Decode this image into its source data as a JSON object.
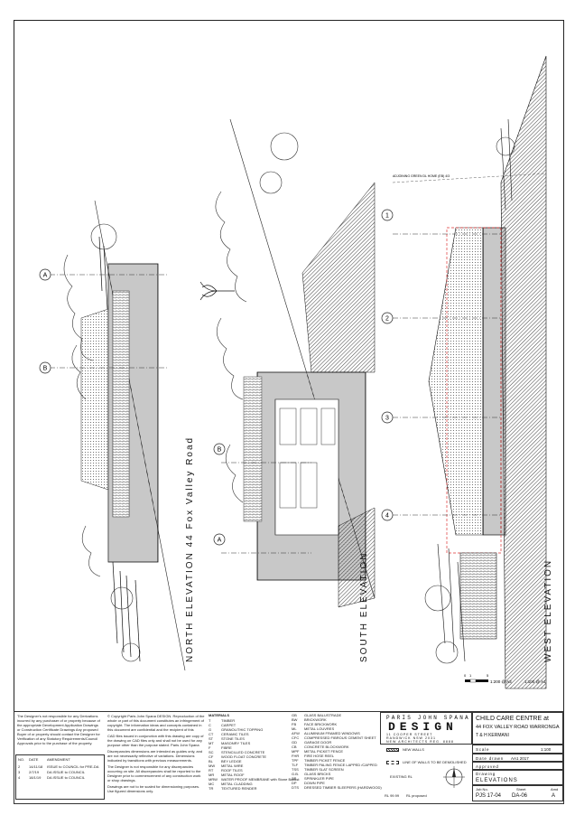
{
  "elevations": {
    "north": "NORTH ELEVATION 44 Fox Valley Road",
    "south": "SOUTH ELEVATION",
    "west": "WEST ELEVATION"
  },
  "grid_markers": {
    "north": [
      "A",
      "B"
    ],
    "south": [
      "B",
      "A"
    ],
    "west": [
      "1",
      "2",
      "3",
      "4"
    ]
  },
  "scale_bar": {
    "ticks": [
      "0",
      "1",
      "5"
    ],
    "text_a3": "1:200 @ A3",
    "text_a1": "1:100 @ A1"
  },
  "notes": {
    "designer_disclaimer": "The Designer's not responsible for any Derivations incurred by any purchaser of or property because of the appropriate Development Application Drawings or Construction Certificate Drawings Any proposed Buyer of or property should contact the Designer for Verification of any Statutory Requirements/Council Approvals prior to the purchase of the property.",
    "copyright": "© Copyright Paris John Spana DESIGN. Reproduction of the whole or part of this document constitutes an infringement of copyright. The information ideas and concepts contained in this document are confidential and the recipient of this document is prohibited from disclosing such information ideas and concepts to any person without the prior written consent of Paris John Spana DESIGN.",
    "cad": "CAD files issued in conjunction with this drawing are copy of the drawing on CAD files only and shall not be used for any purpose other than the purpose stated. Paris John Spana DESIGN CAD files are not to be issued to any Third Party.",
    "discrepancies": "Discrepancies dimensions are intended as guides only, and are not necessarily reflective of variations. Dimensions indicated by transitions with previous measurements.",
    "responsibility": "The Designer is not responsible for any discrepancies occurring on site. All discrepancies shall be reported to the Designer prior to commencement of any construction work or shop drawings.",
    "scale_note": "Drawings are not to be scaled for dimensioning purposes. Use figured dimensions only."
  },
  "amendments": {
    "headers": [
      "NO.",
      "DATE",
      "AMENDMENT"
    ],
    "rows": [
      [
        "2",
        "14/11/18",
        "ISSUE to COUNCIL for PRE-DA"
      ],
      [
        "3",
        "2/7/19",
        "DA ISSUE to COUNCIL"
      ],
      [
        "4",
        "18/1/19",
        "DA ISSUE to COUNCIL"
      ]
    ]
  },
  "materials": {
    "title": "MATERIALS",
    "col1": [
      [
        "T",
        "TIMBER"
      ],
      [
        "C",
        "CARPET"
      ],
      [
        "G",
        "GRANOLITHIC TOPPING"
      ],
      [
        "CT",
        "CERAMIC TILES"
      ],
      [
        "ST",
        "STONE TILES"
      ],
      [
        "MT",
        "MASONRY TILES"
      ],
      [
        "F",
        "FIBRE"
      ],
      [
        "SC",
        "STENCILLED CONCRETE"
      ],
      [
        "CF",
        "WOOD FLOAT CONCRETE"
      ],
      [
        "BL",
        "BEY LEDGE"
      ],
      [
        "MW",
        "METAL WIRE"
      ],
      [
        "RT",
        "ROOF TILES"
      ],
      [
        "MR",
        "METAL ROOF"
      ],
      [
        "MRW",
        "WATER PROOF MEMBRANE with Stone Ballast"
      ],
      [
        "MC",
        "METAL CLADDING"
      ],
      [
        "TR",
        "TEXTURED RENDER"
      ]
    ],
    "col2": [
      [
        "GB",
        "GLASS BALUSTRADE"
      ],
      [
        "BW",
        "BRICKWORK"
      ],
      [
        "FB",
        "FACE BRICKWORK"
      ],
      [
        "ML",
        "METAL LOUVRES"
      ],
      [
        "AFW",
        "ALUMINIUM FRAMED WINDOWS"
      ],
      [
        "CFC",
        "COMPRESSED FIBROUS CEMENT SHEET"
      ],
      [
        "GD",
        "GARAGE DOOR"
      ],
      [
        "CB",
        "CONCRETE BLOCKWORK"
      ],
      [
        "MPF",
        "METAL PICKET FENCE"
      ],
      [
        "FHR",
        "FIRE HOSE REEL"
      ],
      [
        "TPF",
        "TIMBER PICKET FENCE"
      ],
      [
        "TLF",
        "TIMBER PALING FENCE LAPPED /CAPPED"
      ],
      [
        "TSS",
        "TIMBER SLAT SCREEN"
      ],
      [
        "G.B.",
        "GLASS BRICKS"
      ],
      [
        "SP",
        "SPRINKLER PIPE"
      ],
      [
        "DP",
        "DOWN PIPE"
      ],
      [
        "DTS",
        "DRESSED TIMBER SLEEPERS (HARDWOOD)"
      ]
    ]
  },
  "legend": {
    "new_walls": "NEW WALLS",
    "demolished": "LINE OF WALLS TO BE DEMOLISHED",
    "existing_rl": "EXISTING RL",
    "proposed_rl": "RL proposed",
    "rl_sample": "RL 99.99"
  },
  "firm": {
    "name_top": "PARIS JOHN SPANA",
    "name_big": "DESIGN",
    "address1": "11 COOPER STREET",
    "address2": "RANDWICK NSW 2031",
    "address3": "NEW ARCHITECTS REG. 8888"
  },
  "project": {
    "title": "CHILD CARE CENTRE at",
    "address": "44 FOX VALLEY ROAD WARRONGA",
    "client": "T & H KERMANI"
  },
  "sheet_info": {
    "scale_label": "Scale",
    "scale_value": "1:100",
    "date_label": "Date drawn",
    "date_value": "AA1 2017",
    "approved_label": "Approved",
    "drawing_label": "Drawing",
    "drawing_value": "ELEVATIONS",
    "job_label": "Job No.",
    "sheet_label": "Sheet",
    "amd_label": "Amd",
    "job_value": "PJS 17-04",
    "sheet_value": "DA-06",
    "amd_value": "A"
  },
  "annotations": {
    "adjoining": "ADJOINING GREEN DL HOME (EB) 4/3"
  }
}
